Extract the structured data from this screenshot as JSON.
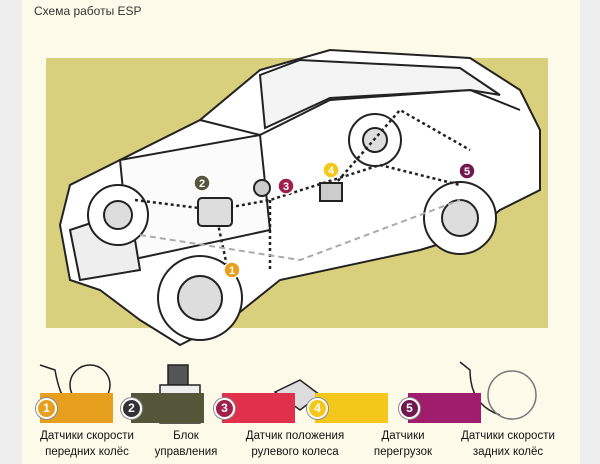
{
  "title": "Схема работы ESP",
  "colors": {
    "c1": "#e6a01e",
    "c2": "#55553a",
    "c3": "#e0304c",
    "c4": "#f4c81a",
    "c5": "#a01c6c",
    "stage": "#d9d07e"
  },
  "components": [
    {
      "number": "1",
      "line1": "Датчики скорости",
      "line2": "передних колёс"
    },
    {
      "number": "2",
      "line1": "Блок",
      "line2": "управления"
    },
    {
      "number": "3",
      "line1": "Датчик положения",
      "line2": "рулевого колеса"
    },
    {
      "number": "4",
      "line1": "Датчики",
      "line2": "перегрузок"
    },
    {
      "number": "5",
      "line1": "Датчики скорости",
      "line2": "задних колёс"
    }
  ]
}
